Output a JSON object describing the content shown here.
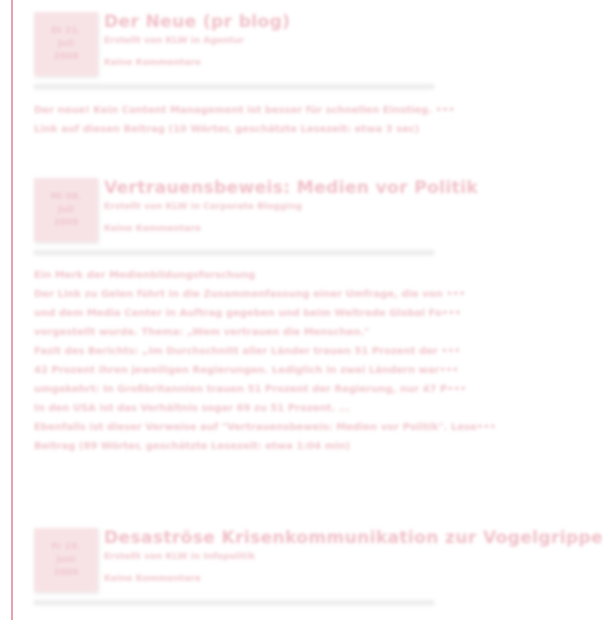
{
  "posts": [
    {
      "date": [
        "Di 21.",
        "Juli",
        "2009"
      ],
      "title": "Der Neue (pr blog)",
      "author": "Erstellt von KLW in Agentur",
      "comments": "Keine Kommentare",
      "excerpt": [
        "Der neue! Kein Content Management ist besser für schnellen Einstieg. •••",
        "Link auf diesen Beitrag (10 Wörter, geschätzte Lesezeit: etwa 3 sec)"
      ]
    },
    {
      "date": [
        "Mi 08.",
        "Juli",
        "2009"
      ],
      "title": "Vertrauensbeweis: Medien vor Politik",
      "author": "Erstellt von KLW in Corporate Blogging",
      "comments": "Keine Kommentare",
      "excerpt": [
        "Ein Merk der Medienbildungsforschung",
        "Der Link zu Gelen führt in die Zusammenfassung einer Umfrage, die von •••",
        "und dem Media Center in Auftrag gegeben und beim Weltrede Global Fo•••",
        "vorgestellt wurde. Thema: „Wem vertrauen die Menschen.\"",
        "Fazit des Berichts: „Im Durchschnitt aller Länder trauen 51 Prozent der •••",
        "42 Prozent ihren jeweiligen Regierungen. Lediglich in zwei Ländern war•••",
        "umgekehrt: In Großbritannien trauen 51 Prozent der Regierung, nur 47 P•••",
        "In den USA ist das Verhältnis sogar 69 zu 51 Prozent. ...",
        "Ebenfalls ist dieser Verweise auf \"Vertrauensbeweis: Medien vor Politik\". Lese•••",
        "Beitrag (89 Wörter, geschätzte Lesezeit: etwa 1:04 min)"
      ]
    },
    {
      "date": [
        "Fr 19.",
        "Juni",
        "2009"
      ],
      "title": "Desaströse Krisenkommunikation zur Vogelgrippe",
      "author": "Erstellt von KLW in Infopolitik",
      "comments": "Keine Kommentare",
      "excerpt": []
    }
  ]
}
